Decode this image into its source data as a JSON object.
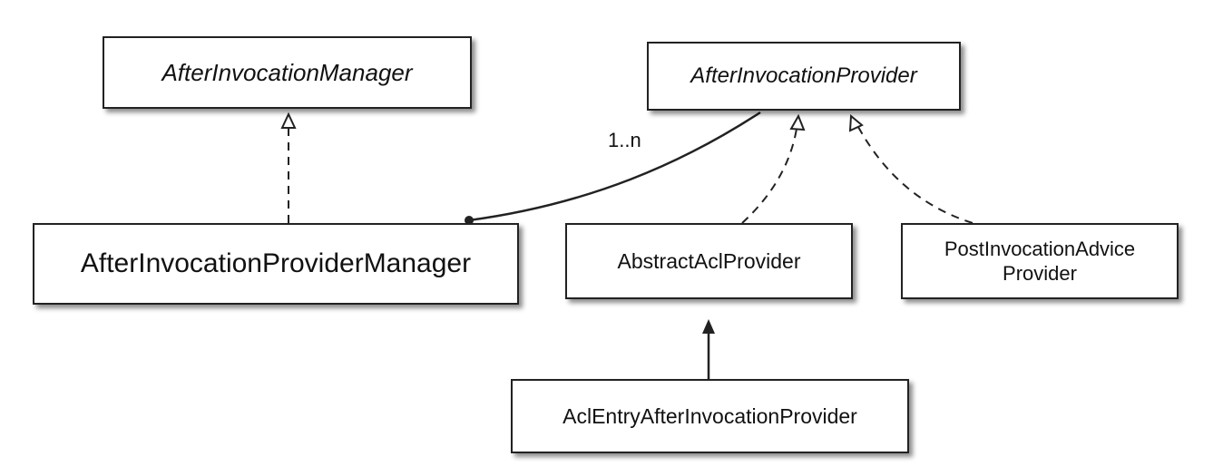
{
  "diagram": {
    "classes": {
      "after_invocation_manager": "AfterInvocationManager",
      "after_invocation_provider": "AfterInvocationProvider",
      "after_invocation_provider_manager": "AfterInvocationProviderManager",
      "abstract_acl_provider": "AbstractAclProvider",
      "post_invocation_advice_provider_line1": "PostInvocationAdvice",
      "post_invocation_advice_provider_line2": "Provider",
      "acl_entry_after_invocation_provider": "AclEntryAfterInvocationProvider"
    },
    "multiplicity": "1..n",
    "colors": {
      "line": "#222222",
      "box_border": "#222222",
      "background": "#ffffff"
    }
  }
}
